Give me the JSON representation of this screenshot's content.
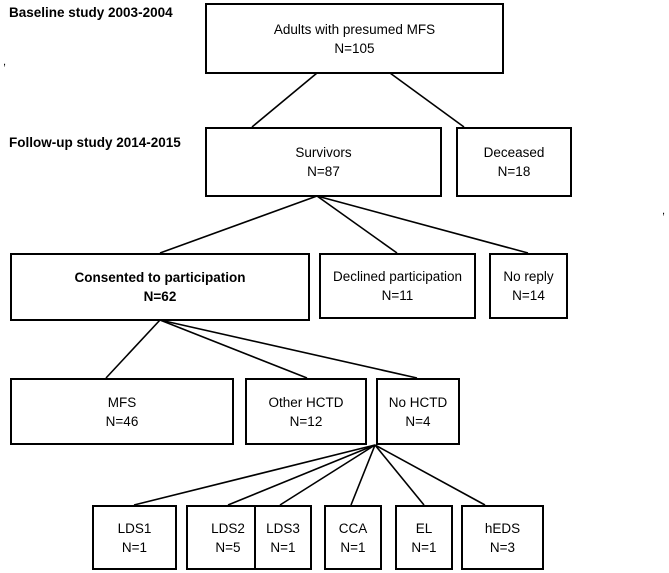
{
  "stages": {
    "baseline": "Baseline study 2003-2004",
    "followup": "Follow-up study 2014-2015"
  },
  "nodes": {
    "adults": {
      "label": "Adults with presumed MFS",
      "count": "N=105"
    },
    "survivors": {
      "label": "Survivors",
      "count": "N=87"
    },
    "deceased": {
      "label": "Deceased",
      "count": "N=18"
    },
    "consented": {
      "label": "Consented to participation",
      "count": "N=62"
    },
    "declined": {
      "label": "Declined participation",
      "count": "N=11"
    },
    "noreply": {
      "label": "No reply",
      "count": "N=14"
    },
    "mfs": {
      "label": "MFS",
      "count": "N=46"
    },
    "otherhctd": {
      "label": "Other HCTD",
      "count": "N=12"
    },
    "nohctd": {
      "label": "No HCTD",
      "count": "N=4"
    },
    "lds1": {
      "label": "LDS1",
      "count": "N=1"
    },
    "lds2": {
      "label": "LDS2",
      "count": "N=5"
    },
    "lds3": {
      "label": "LDS3",
      "count": "N=1"
    },
    "cca": {
      "label": "CCA",
      "count": "N=1"
    },
    "el": {
      "label": "EL",
      "count": "N=1"
    },
    "heds": {
      "label": "hEDS",
      "count": "N=3"
    }
  },
  "stray_marks": {
    "left": ",",
    "right": ","
  }
}
